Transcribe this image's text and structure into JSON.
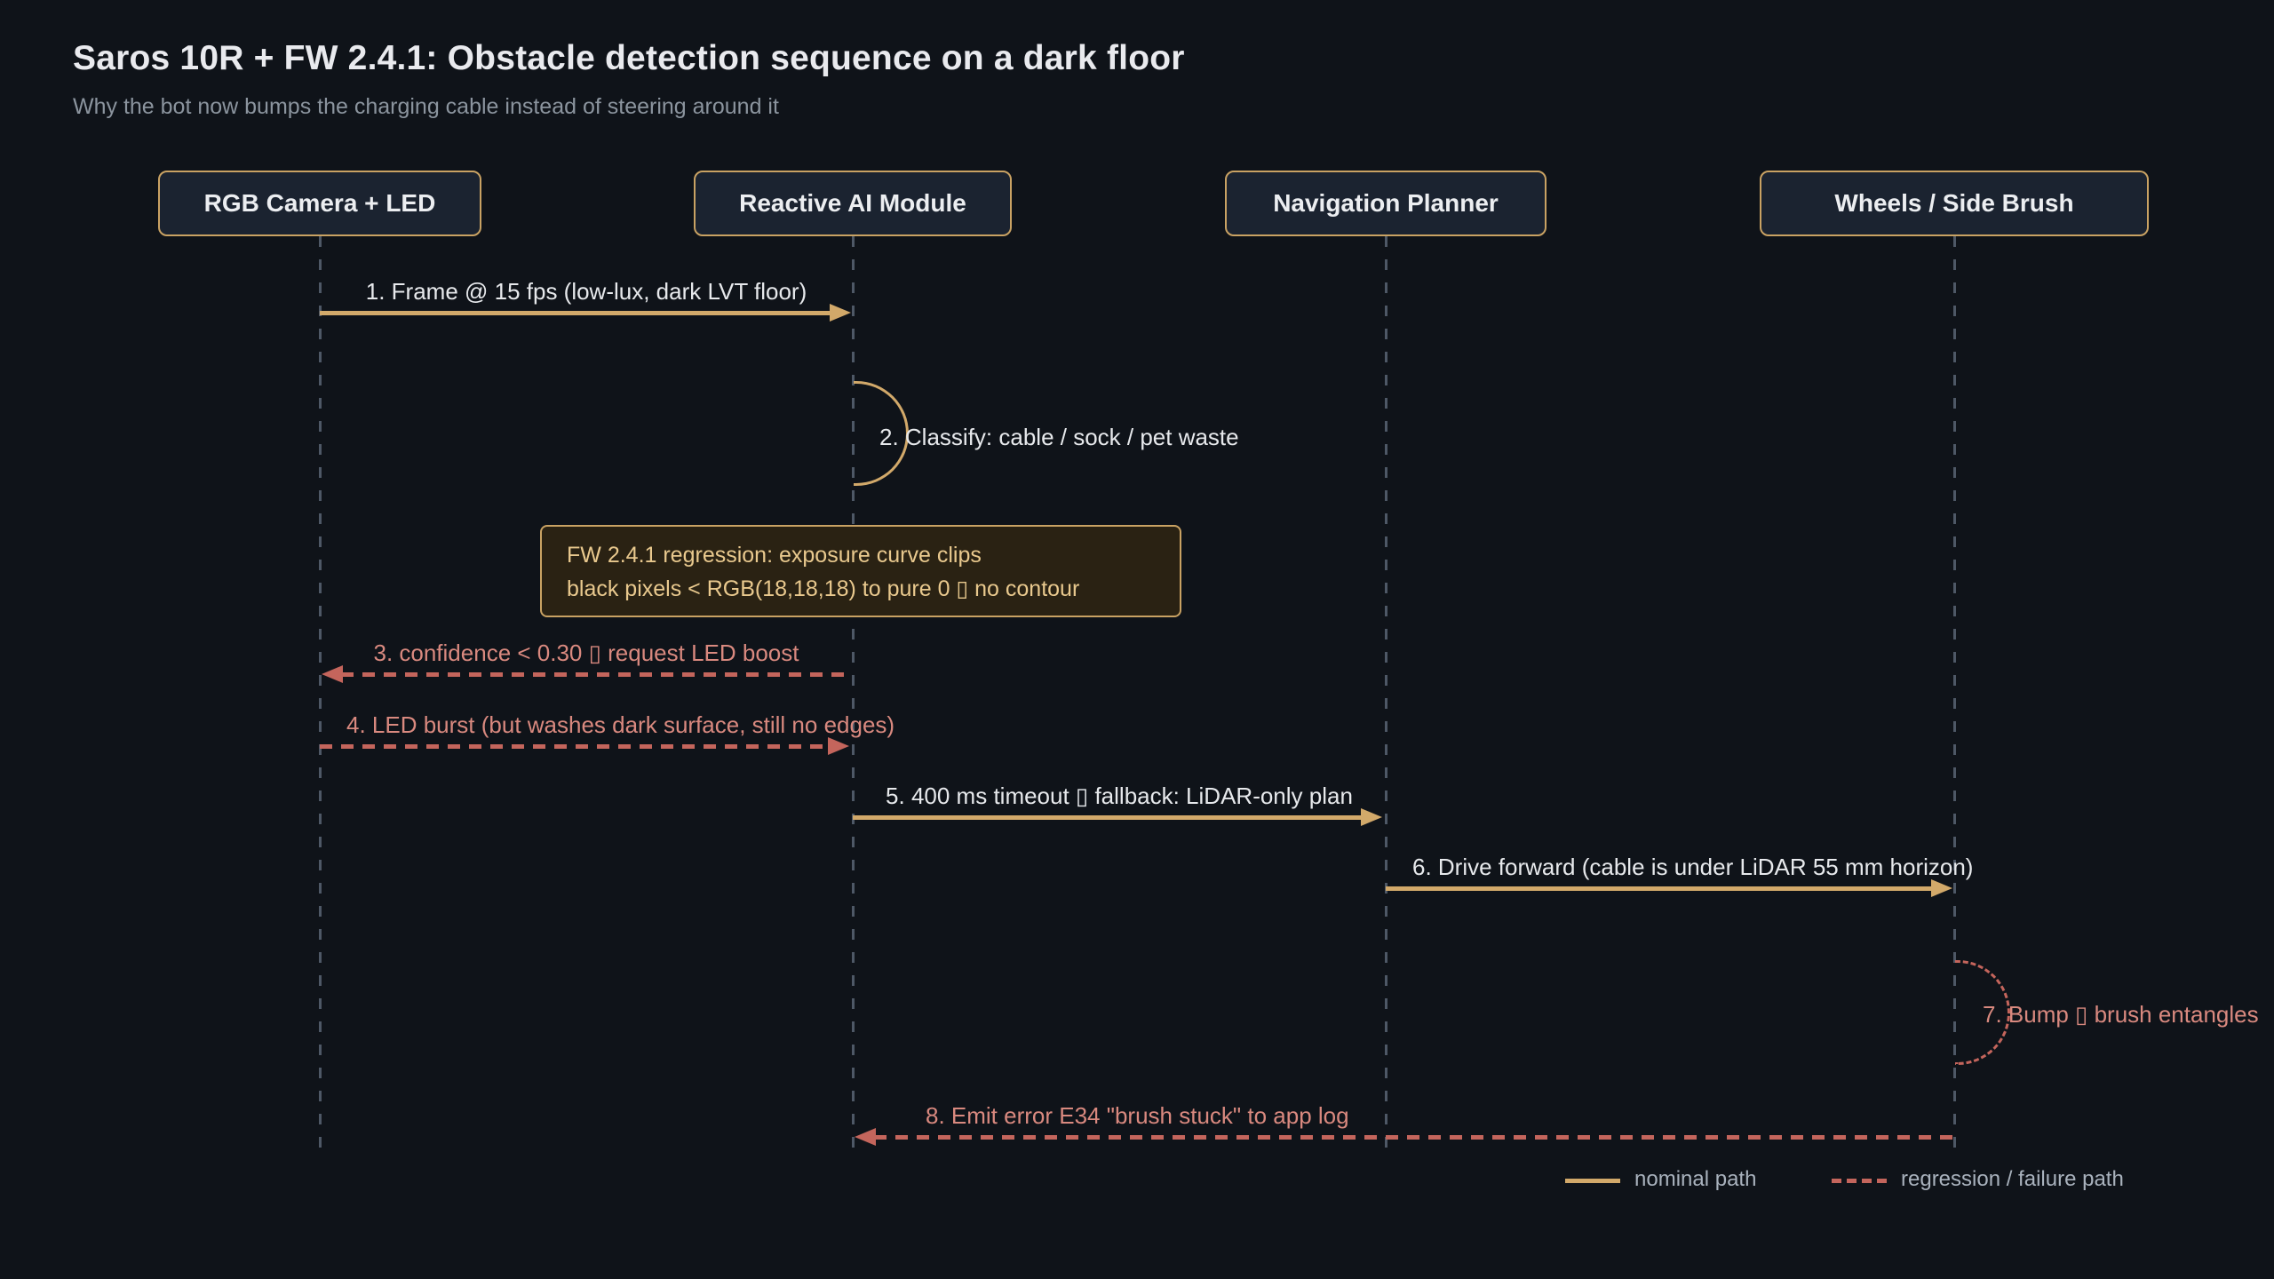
{
  "page": {
    "title": "Saros 10R + FW 2.4.1: Obstacle detection sequence on a dark floor",
    "subtitle": "Why the bot now bumps the charging cable instead of steering around it"
  },
  "colors": {
    "background": "#0f1319",
    "actor_fill": "#1b2330",
    "actor_border": "#c9a263",
    "nominal_path": "#d2a96a",
    "failure_path": "#c4655c",
    "failure_text": "#d9897f",
    "message_text": "#e7e9ec",
    "lifeline": "#4e5866",
    "note_fill": "#2a2213",
    "note_text": "#e9c98e",
    "muted_text": "#8b949e",
    "legend_text": "#a9b2bd"
  },
  "actors": [
    {
      "label": "RGB Camera + LED"
    },
    {
      "label": "Reactive AI Module"
    },
    {
      "label": "Navigation Planner"
    },
    {
      "label": "Wheels / Side Brush"
    }
  ],
  "messages": [
    {
      "label": "1. Frame @ 15 fps (low-lux, dark LVT floor)",
      "from": "RGB Camera + LED",
      "to": "Reactive AI Module",
      "style": "nominal",
      "kind": "arrow-right"
    },
    {
      "label": "2. Classify: cable / sock / pet waste",
      "from": "Reactive AI Module",
      "to": "Reactive AI Module",
      "style": "nominal",
      "kind": "self-loop"
    },
    {
      "label": "3. confidence < 0.30 ▯ request LED boost",
      "from": "Reactive AI Module",
      "to": "RGB Camera + LED",
      "style": "failure",
      "kind": "arrow-left"
    },
    {
      "label": "4. LED burst (but washes dark surface, still no edges)",
      "from": "RGB Camera + LED",
      "to": "Reactive AI Module",
      "style": "failure",
      "kind": "arrow-right"
    },
    {
      "label": "5. 400 ms timeout ▯ fallback: LiDAR-only plan",
      "from": "Reactive AI Module",
      "to": "Navigation Planner",
      "style": "nominal",
      "kind": "arrow-right"
    },
    {
      "label": "6. Drive forward (cable is under LiDAR 55 mm horizon)",
      "from": "Navigation Planner",
      "to": "Wheels / Side Brush",
      "style": "nominal",
      "kind": "arrow-right"
    },
    {
      "label": "7. Bump ▯ brush entangles",
      "from": "Wheels / Side Brush",
      "to": "Wheels / Side Brush",
      "style": "failure",
      "kind": "self-loop"
    },
    {
      "label": "8. Emit error E34 \"brush stuck\" to app log",
      "from": "Wheels / Side Brush",
      "to": "Reactive AI Module",
      "style": "failure",
      "kind": "arrow-left"
    }
  ],
  "note": {
    "line1": "FW 2.4.1 regression: exposure curve clips",
    "line2": "black pixels < RGB(18,18,18) to pure 0 ▯ no contour"
  },
  "legend": [
    {
      "label": "nominal path",
      "style": "nominal"
    },
    {
      "label": "regression / failure path",
      "style": "failure"
    }
  ]
}
